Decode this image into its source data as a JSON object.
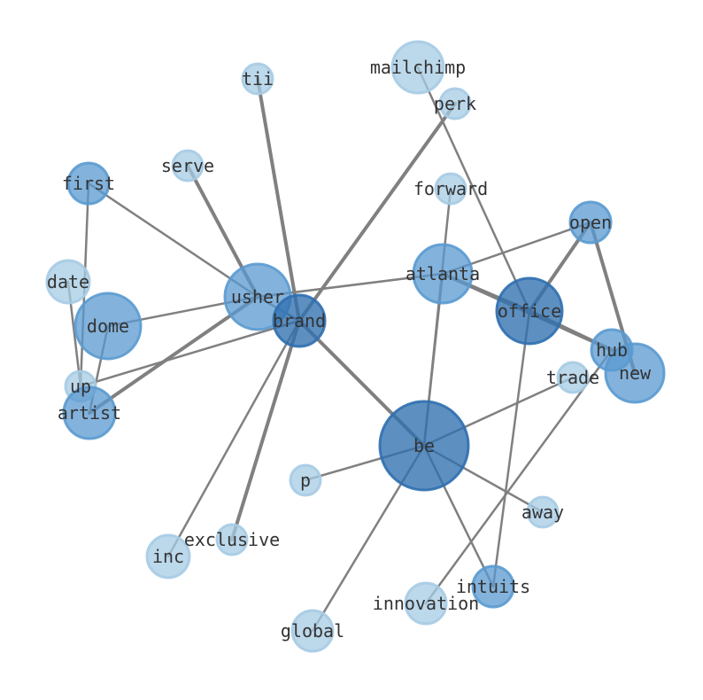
{
  "colors": {
    "dark": "#2f6faf",
    "mid": "#5a9ad0",
    "light": "#a6cbe4",
    "edge": "#808080",
    "text": "#333333"
  },
  "nodes": [
    {
      "id": "mailchimp",
      "label": "mailchimp",
      "level": "light"
    },
    {
      "id": "perk",
      "label": "perk",
      "level": "light"
    },
    {
      "id": "tii",
      "label": "tii",
      "level": "light"
    },
    {
      "id": "serve",
      "label": "serve",
      "level": "light"
    },
    {
      "id": "first",
      "label": "first",
      "level": "mid"
    },
    {
      "id": "forward",
      "label": "forward",
      "level": "light"
    },
    {
      "id": "open",
      "label": "open",
      "level": "mid"
    },
    {
      "id": "date",
      "label": "date",
      "level": "light"
    },
    {
      "id": "atlanta",
      "label": "atlanta",
      "level": "mid"
    },
    {
      "id": "usher",
      "label": "usher",
      "level": "mid"
    },
    {
      "id": "office",
      "label": "office",
      "level": "dark"
    },
    {
      "id": "dome",
      "label": "dome",
      "level": "mid"
    },
    {
      "id": "brand",
      "label": "brand",
      "level": "dark"
    },
    {
      "id": "hub",
      "label": "hub",
      "level": "mid"
    },
    {
      "id": "new",
      "label": "new",
      "level": "mid"
    },
    {
      "id": "trade",
      "label": "trade",
      "level": "light"
    },
    {
      "id": "up",
      "label": "up",
      "level": "light"
    },
    {
      "id": "artist",
      "label": "artist",
      "level": "mid"
    },
    {
      "id": "be",
      "label": "be",
      "level": "dark"
    },
    {
      "id": "p",
      "label": "p",
      "level": "light"
    },
    {
      "id": "away",
      "label": "away",
      "level": "light"
    },
    {
      "id": "exclusive",
      "label": "exclusive",
      "level": "light"
    },
    {
      "id": "inc",
      "label": "inc",
      "level": "light"
    },
    {
      "id": "intuits",
      "label": "intuits",
      "level": "mid"
    },
    {
      "id": "innovation",
      "label": "innovation",
      "level": "light"
    },
    {
      "id": "global",
      "label": "global",
      "level": "light"
    }
  ],
  "edges": [
    {
      "source": "brand",
      "target": "tii",
      "weight": 3
    },
    {
      "source": "brand",
      "target": "usher",
      "weight": 2
    },
    {
      "source": "brand",
      "target": "be",
      "weight": 3
    },
    {
      "source": "brand",
      "target": "perk",
      "weight": 3
    },
    {
      "source": "brand",
      "target": "exclusive",
      "weight": 3
    },
    {
      "source": "brand",
      "target": "inc",
      "weight": 2
    },
    {
      "source": "brand",
      "target": "up",
      "weight": 2
    },
    {
      "source": "usher",
      "target": "serve",
      "weight": 3
    },
    {
      "source": "usher",
      "target": "first",
      "weight": 2
    },
    {
      "source": "usher",
      "target": "dome",
      "weight": 2
    },
    {
      "source": "usher",
      "target": "artist",
      "weight": 3
    },
    {
      "source": "usher",
      "target": "atlanta",
      "weight": 2
    },
    {
      "source": "first",
      "target": "up",
      "weight": 2
    },
    {
      "source": "date",
      "target": "up",
      "weight": 2
    },
    {
      "source": "dome",
      "target": "artist",
      "weight": 2
    },
    {
      "source": "atlanta",
      "target": "open",
      "weight": 2
    },
    {
      "source": "atlanta",
      "target": "office",
      "weight": 3
    },
    {
      "source": "atlanta",
      "target": "hub",
      "weight": 3
    },
    {
      "source": "atlanta",
      "target": "be",
      "weight": 2
    },
    {
      "source": "office",
      "target": "open",
      "weight": 3
    },
    {
      "source": "office",
      "target": "mailchimp",
      "weight": 2
    },
    {
      "source": "office",
      "target": "hub",
      "weight": 3
    },
    {
      "source": "office",
      "target": "intuits",
      "weight": 2
    },
    {
      "source": "open",
      "target": "new",
      "weight": 3
    },
    {
      "source": "be",
      "target": "forward",
      "weight": 2
    },
    {
      "source": "be",
      "target": "trade",
      "weight": 2
    },
    {
      "source": "be",
      "target": "p",
      "weight": 2
    },
    {
      "source": "be",
      "target": "away",
      "weight": 2
    },
    {
      "source": "be",
      "target": "intuits",
      "weight": 2
    },
    {
      "source": "be",
      "target": "global",
      "weight": 2
    },
    {
      "source": "hub",
      "target": "innovation",
      "weight": 2
    }
  ]
}
